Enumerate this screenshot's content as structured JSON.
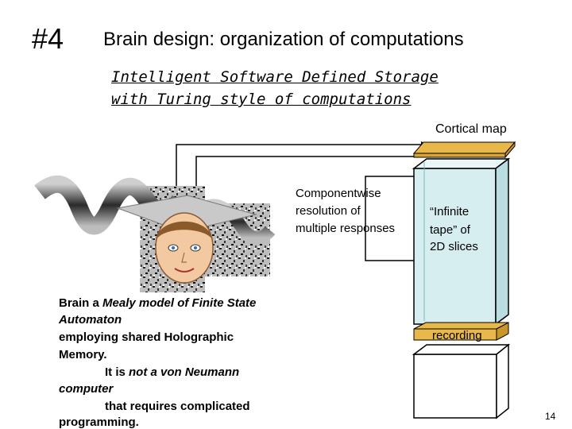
{
  "slide": {
    "number_label": "#4",
    "title": "Brain design:  organization of computations",
    "subtitle_lines": [
      "Intelligent Software Defined Storage",
      "with Turing style of computations"
    ],
    "page_number": "14"
  },
  "diagram": {
    "cortical_map_label": "Cortical map",
    "response_lines": [
      "Componentwise",
      "resolution of",
      "multiple responses"
    ],
    "tape_lines": [
      "“Infinite",
      "tape” of",
      "2D slices"
    ],
    "recording_label": "recording",
    "brain_lines": [
      {
        "prefix": "Brain a ",
        "em": "Mealy model of Finite State",
        "suffix": ""
      },
      {
        "prefix": "",
        "em": "Automaton",
        "suffix": ""
      },
      {
        "prefix": "employing shared Holographic",
        "em": "",
        "suffix": ""
      },
      {
        "prefix": "Memory.",
        "em": "",
        "suffix": ""
      },
      {
        "prefix": "It is ",
        "em": "not a von Neumann",
        "suffix": ""
      },
      {
        "prefix": "",
        "em": "computer",
        "suffix": ""
      },
      {
        "prefix": "that requires complicated",
        "em": "",
        "suffix": ""
      },
      {
        "prefix": "programming.",
        "em": "",
        "suffix": ""
      }
    ],
    "colors": {
      "slab_fill": "#d6eef0",
      "slab_stroke": "#000000",
      "slice_strip": "#e8b84a",
      "arrow": "#000000"
    }
  }
}
